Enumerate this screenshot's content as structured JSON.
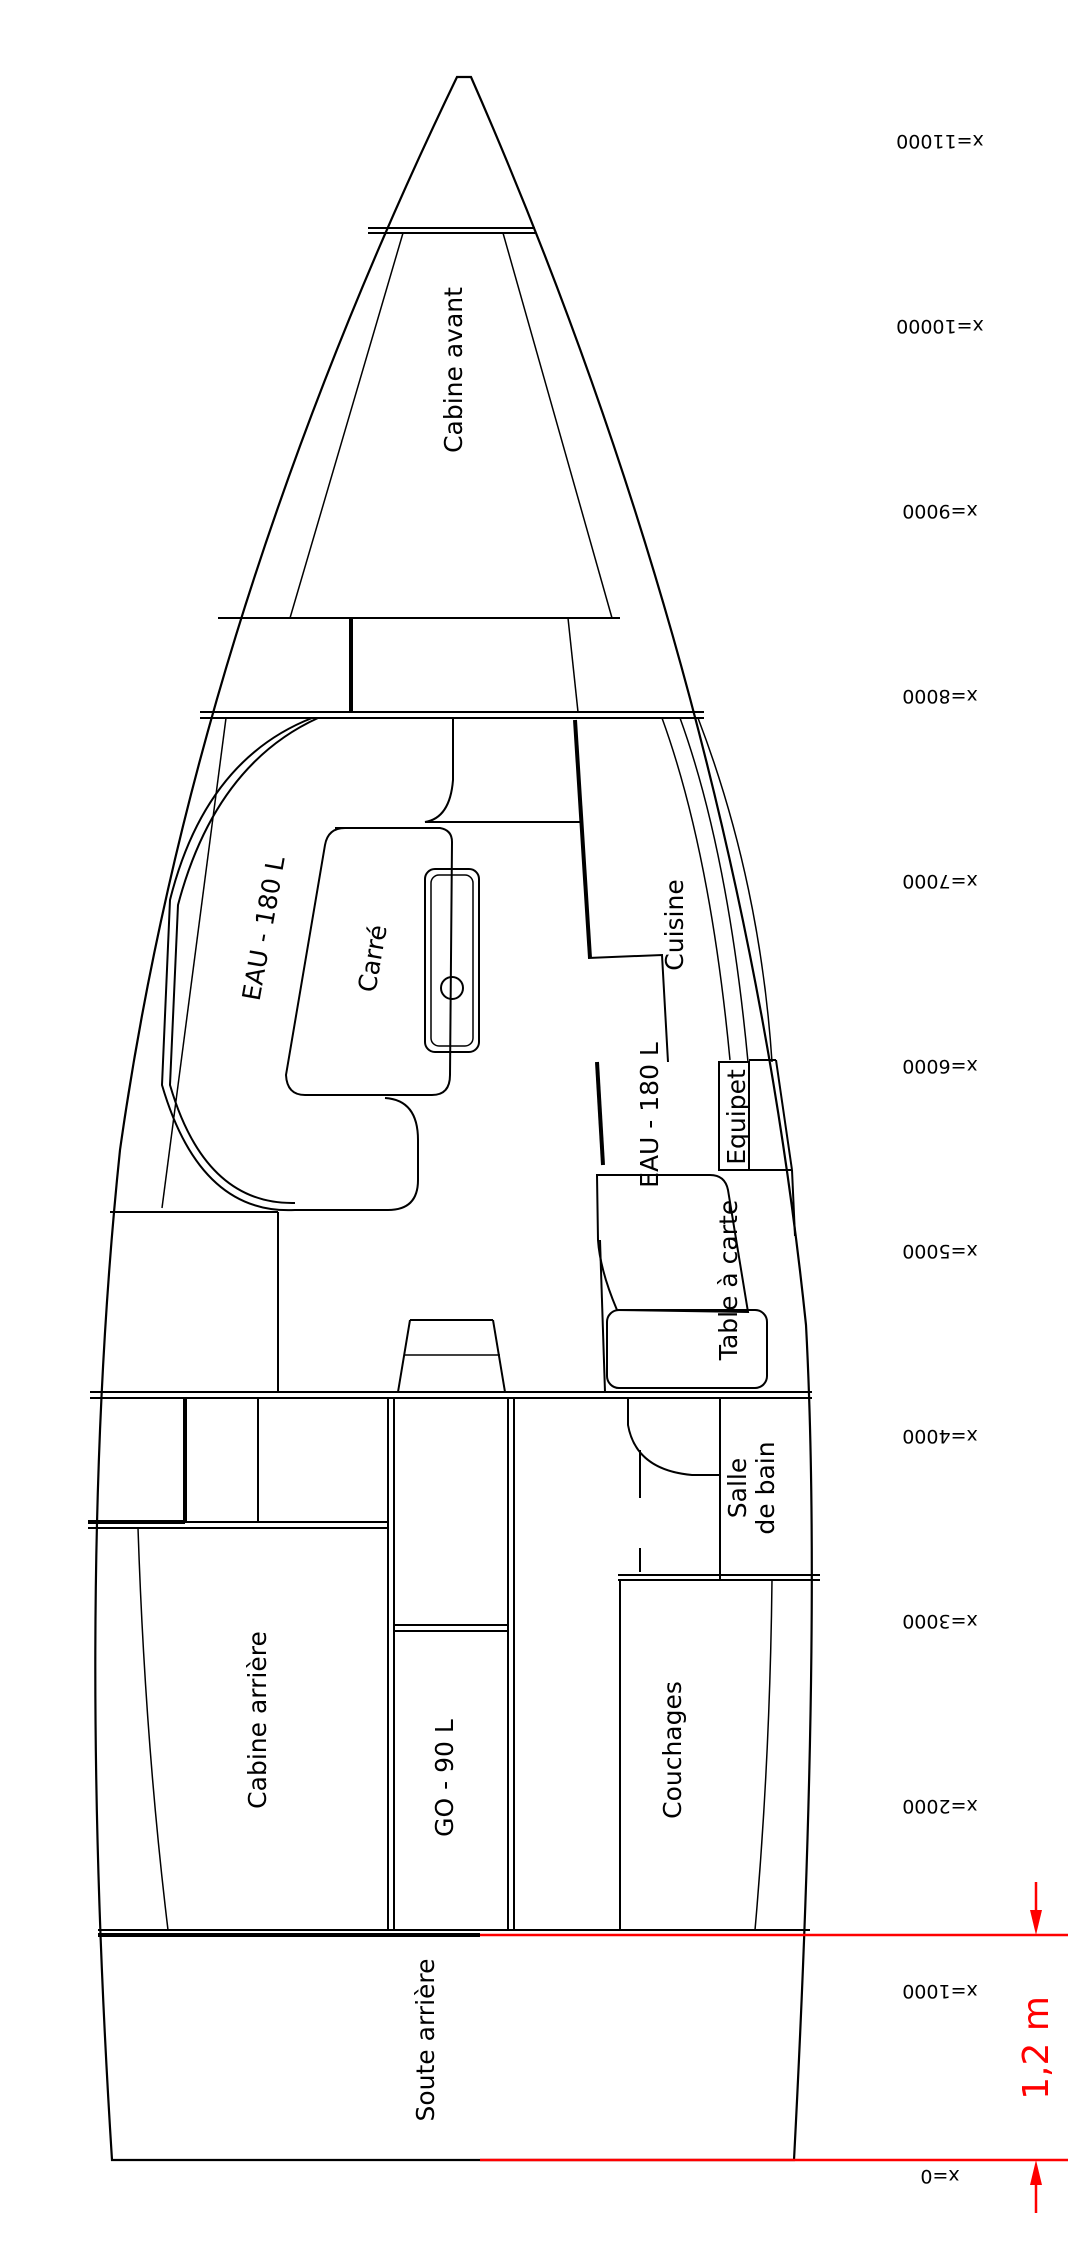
{
  "compartments": {
    "cabine_avant": "Cabine avant",
    "eau_port": "EAU - 180 L",
    "carre": "Carré",
    "cuisine": "Cuisine",
    "eau_starboard": "EAU - 180 L",
    "equipet": "Equipet",
    "table_a_carte": "Table à carte",
    "salle_line1": "Salle",
    "salle_line2": "de bain",
    "cabine_arriere": "Cabine arrière",
    "go": "GO - 90 L",
    "couchages": "Couchages",
    "soute_arriere": "Soute arrière"
  },
  "stations": [
    "x=0",
    "x=1000",
    "x=2000",
    "x=3000",
    "x=4000",
    "x=5000",
    "x=6000",
    "x=7000",
    "x=8000",
    "x=9000",
    "x=10000",
    "x=11000"
  ],
  "dimension": {
    "label": "1,2 m",
    "value_m": 1.2
  },
  "colors": {
    "lines": "#000000",
    "dimension": "#ff0000",
    "background": "#ffffff"
  }
}
